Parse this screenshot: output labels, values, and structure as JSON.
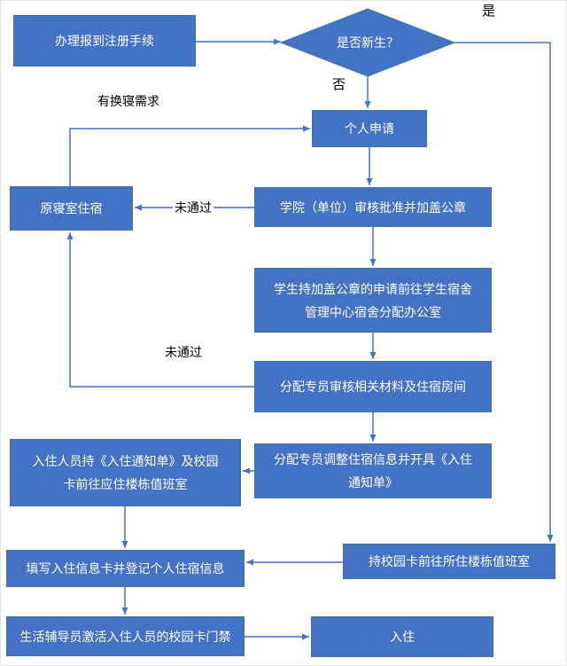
{
  "flowchart": {
    "colors": {
      "node_fill": "#4472C4",
      "node_border": "#41719C",
      "node_text": "#FFFFFF",
      "arrow": "#4472C4",
      "edge_label_text": "#000000",
      "background": "#FFFFFF"
    },
    "nodes": {
      "register": {
        "label": "办理报到注册手续"
      },
      "decision": {
        "label": "是否新生？"
      },
      "apply": {
        "label": "个人申请"
      },
      "college": {
        "label": "学院（单位）审核批准并加盖公章"
      },
      "original": {
        "label": "原寝室住宿"
      },
      "goto_office": {
        "label": "学生持加盖公章的申请前往学生宿舍\n管理中心宿舍分配办公室"
      },
      "review": {
        "label": "分配专员审核相关材料及住宿房间"
      },
      "adjust": {
        "label": "分配专员调整住宿信息并开具《入住\n通知单》"
      },
      "notice": {
        "label": "入住人员持《入住通知单》及校园\n卡前往应住楼栋值班室"
      },
      "card": {
        "label": "持校园卡前往所住楼栋值班室"
      },
      "fill": {
        "label": "填写入住信息卡并登记个人住宿信息"
      },
      "activate": {
        "label": "生活辅导员激活入住人员的校园卡门禁"
      },
      "checkin": {
        "label": "入住"
      }
    },
    "edge_labels": {
      "yes": "是",
      "no": "否",
      "change_need": "有换寝需求",
      "fail_college": "未通过",
      "fail_review": "未通过"
    },
    "edges": [
      {
        "from": "register",
        "to": "decision",
        "label": ""
      },
      {
        "from": "decision",
        "to": "card",
        "label": "是"
      },
      {
        "from": "decision",
        "to": "apply",
        "label": "否"
      },
      {
        "from": "apply",
        "to": "college",
        "label": ""
      },
      {
        "from": "college",
        "to": "original",
        "label": "未通过"
      },
      {
        "from": "original",
        "to": "apply",
        "label": "有换寝需求"
      },
      {
        "from": "college",
        "to": "goto_office",
        "label": ""
      },
      {
        "from": "goto_office",
        "to": "review",
        "label": ""
      },
      {
        "from": "review",
        "to": "original",
        "label": "未通过"
      },
      {
        "from": "review",
        "to": "adjust",
        "label": ""
      },
      {
        "from": "adjust",
        "to": "notice",
        "label": ""
      },
      {
        "from": "notice",
        "to": "fill",
        "label": ""
      },
      {
        "from": "card",
        "to": "fill",
        "label": ""
      },
      {
        "from": "fill",
        "to": "activate",
        "label": ""
      },
      {
        "from": "activate",
        "to": "checkin",
        "label": ""
      }
    ]
  }
}
